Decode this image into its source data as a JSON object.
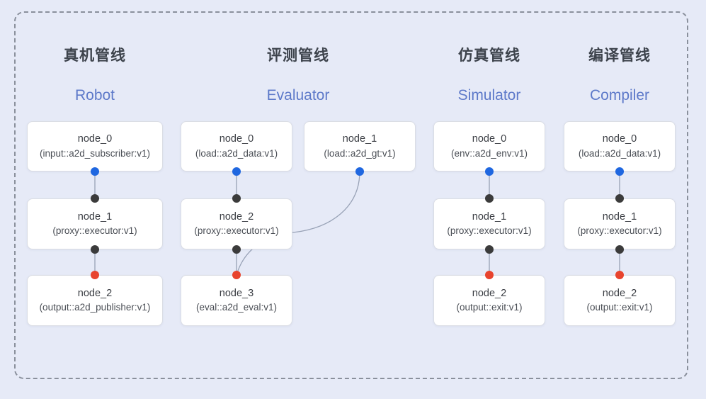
{
  "canvas": {
    "background": "#e6eaf7",
    "frame_border_color": "#8a909c"
  },
  "colors": {
    "input_port_dot": "#1f67e0",
    "node_port_dot": "#3b3b3b",
    "output_port_dot": "#e8442e",
    "edge_line": "#98a2b6",
    "title_zh_text": "#3d434c",
    "title_en_text": "#5d79c9"
  },
  "pipelines": [
    {
      "title_zh": "真机管线",
      "title_en": "Robot",
      "nodes": [
        {
          "name": "node_0",
          "type": "(input::a2d_subscriber:v1)"
        },
        {
          "name": "node_1",
          "type": "(proxy::executor:v1)"
        },
        {
          "name": "node_2",
          "type": "(output::a2d_publisher:v1)"
        }
      ]
    },
    {
      "title_zh": "评测管线",
      "title_en": "Evaluator",
      "nodes": [
        {
          "name": "node_0",
          "type": "(load::a2d_data:v1)"
        },
        {
          "name": "node_1",
          "type": "(load::a2d_gt:v1)"
        },
        {
          "name": "node_2",
          "type": "(proxy::executor:v1)"
        },
        {
          "name": "node_3",
          "type": "(eval::a2d_eval:v1)"
        }
      ]
    },
    {
      "title_zh": "仿真管线",
      "title_en": "Simulator",
      "nodes": [
        {
          "name": "node_0",
          "type": "(env::a2d_env:v1)"
        },
        {
          "name": "node_1",
          "type": "(proxy::executor:v1)"
        },
        {
          "name": "node_2",
          "type": "(output::exit:v1)"
        }
      ]
    },
    {
      "title_zh": "编译管线",
      "title_en": "Compiler",
      "nodes": [
        {
          "name": "node_0",
          "type": "(load::a2d_data:v1)"
        },
        {
          "name": "node_1",
          "type": "(proxy::executor:v1)"
        },
        {
          "name": "node_2",
          "type": "(output::exit:v1)"
        }
      ]
    }
  ]
}
